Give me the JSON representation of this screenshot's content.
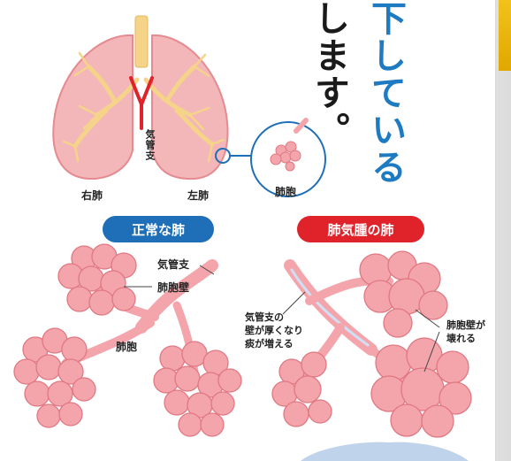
{
  "headline": {
    "col_blue": "下している",
    "col_black": "します。"
  },
  "lungs": {
    "bronchi_label": "気管支",
    "right_lung_label": "右肺",
    "left_lung_label": "左肺",
    "alveoli_label": "肺胞"
  },
  "normal": {
    "title": "正常な肺",
    "bronchi_label": "気管支",
    "alveolar_wall_label": "肺胞壁",
    "alveoli_label": "肺胞"
  },
  "emphysema": {
    "title": "肺気腫の肺",
    "bronchi_note": [
      "気管支の",
      "壁が厚くなり",
      "痰が増える"
    ],
    "wall_note": [
      "肺胞壁が",
      "壊れる"
    ]
  },
  "colors": {
    "blue": "#1f6fb8",
    "red": "#e0232b",
    "lung_pink": "#f3b6b9",
    "alveolus_pink": "#f4a5ab",
    "bronchi_yellow": "#f5d48a"
  }
}
